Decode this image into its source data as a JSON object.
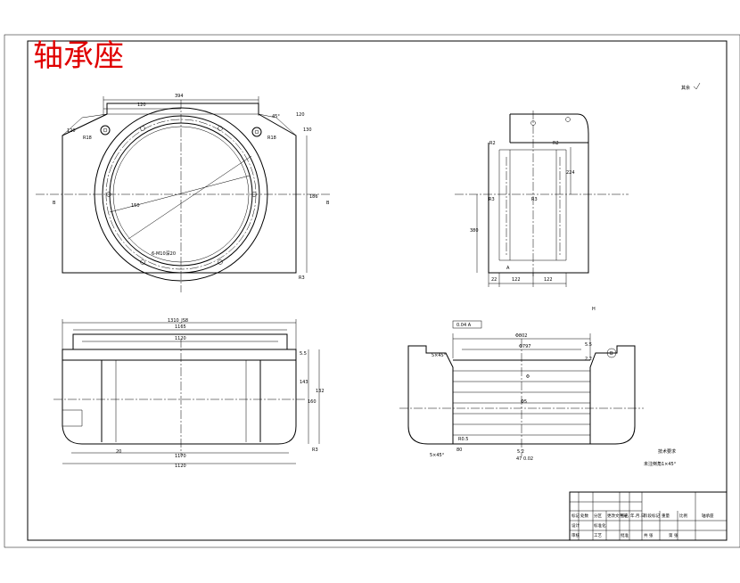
{
  "title": "轴承座",
  "roughness_note": "其余",
  "front_view": {
    "dims": [
      "394",
      "120",
      "R18",
      "R18",
      "150",
      "6-M10深20",
      "120",
      "120",
      "130"
    ],
    "section_label_left": "B",
    "section_label_right": "B",
    "angle": "45°",
    "height": "186",
    "bottom": "R3"
  },
  "side_view": {
    "dims": [
      "R2",
      "R2",
      "224",
      "R3",
      "R3",
      "380",
      "22",
      "122",
      "122"
    ],
    "section_label": "A",
    "h_label": "H"
  },
  "plan_view": {
    "top_dim": "1310_JS8",
    "dims": [
      "1165",
      "1120",
      "1170",
      "1120",
      "20",
      "5.5",
      "143",
      "132",
      "160",
      "R3"
    ]
  },
  "section_view": {
    "tol_frame": "0.04 A",
    "dims": [
      "Φ802",
      "Φ797",
      "Φ",
      "Φ5",
      "5×45°",
      "5×45°",
      "80",
      "5.2",
      "47 0.02",
      "R0.5",
      "5.5",
      "2.2"
    ],
    "datum": "B"
  },
  "tech_req": {
    "heading": "技术要求",
    "line1": "未注倒角1×45°"
  },
  "title_block": {
    "cells": [
      "标记",
      "处数",
      "分区",
      "更改文件号",
      "签名",
      "年.月.日",
      "设计",
      "标准化",
      "阶段标记",
      "重量",
      "比例",
      "审核",
      "工艺",
      "批准",
      "共 张",
      "第 张",
      "轴承座"
    ]
  }
}
